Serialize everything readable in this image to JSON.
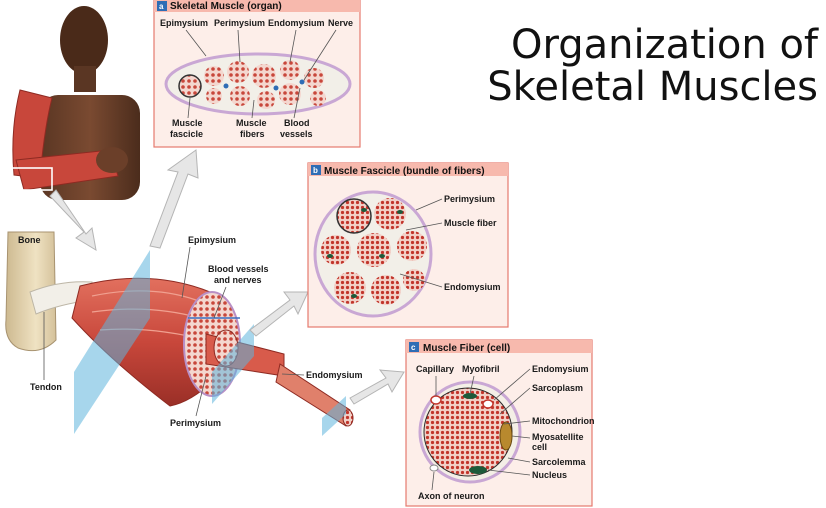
{
  "title": {
    "line1": "Organization of",
    "line2": "Skeletal Muscles"
  },
  "colors": {
    "muscle": "#c8473b",
    "fascicle": "#e0806b",
    "panel_border": "#e57a6e",
    "panel_fill": "#fdeee9",
    "header_fill": "#f7b9ad",
    "membrane": "#c9a7d4",
    "plane": "#5fb4dc"
  },
  "panel_a": {
    "badge": "a",
    "header": "Skeletal Muscle (organ)",
    "labels": {
      "epimysium": "Epimysium",
      "perimysium": "Perimysium",
      "endomysium": "Endomysium",
      "nerve": "Nerve",
      "fascicle": [
        "Muscle",
        "fascicle"
      ],
      "fibers": [
        "Muscle",
        "fibers"
      ],
      "vessels": [
        "Blood",
        "vessels"
      ]
    }
  },
  "panel_b": {
    "badge": "b",
    "header": "Muscle Fascicle (bundle of fibers)",
    "labels": {
      "perimysium": "Perimysium",
      "fiber": "Muscle fiber",
      "endomysium": "Endomysium"
    }
  },
  "panel_c": {
    "badge": "c",
    "header": "Muscle Fiber (cell)",
    "labels": {
      "capillary": "Capillary",
      "myofibril": "Myofibril",
      "endomysium": "Endomysium",
      "sarcoplasm": "Sarcoplasm",
      "mitochondrion": "Mitochondrion",
      "myosatellite": [
        "Myosatellite",
        "cell"
      ],
      "sarcolemma": "Sarcolemma",
      "nucleus": "Nucleus",
      "axon": "Axon of neuron"
    }
  },
  "main": {
    "labels": {
      "bone": "Bone",
      "tendon": "Tendon",
      "epimysium": "Epimysium",
      "vessels": [
        "Blood vessels",
        "and nerves"
      ],
      "perimysium": "Perimysium",
      "endomysium": "Endomysium"
    }
  }
}
